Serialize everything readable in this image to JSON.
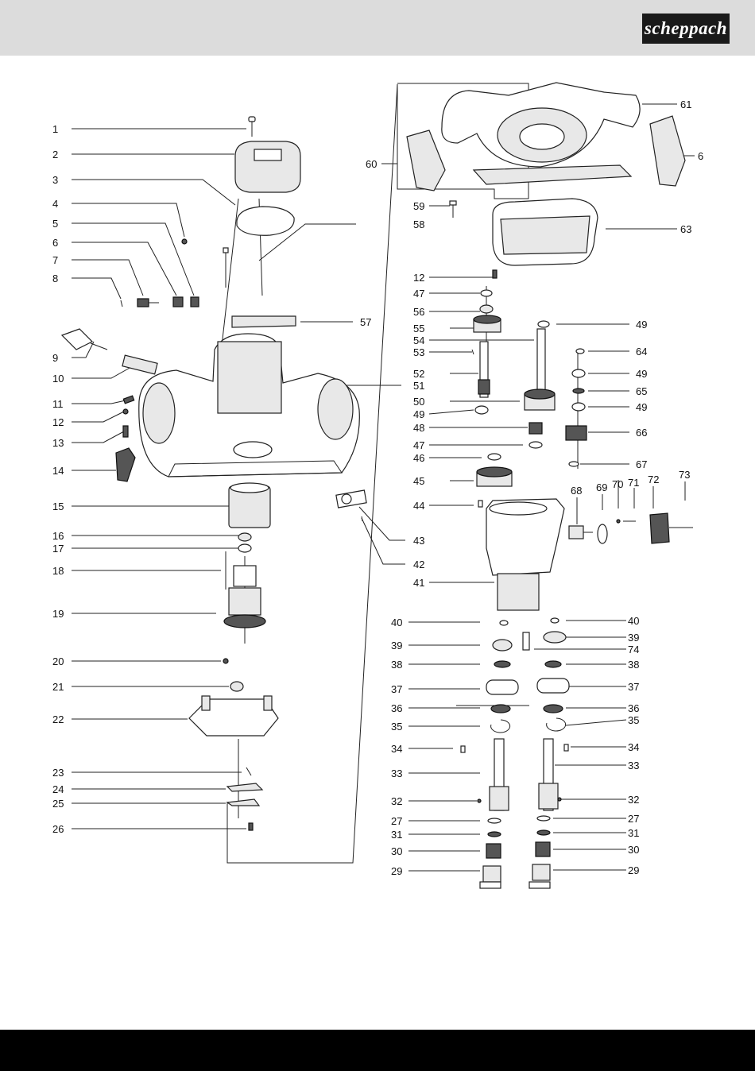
{
  "brand": {
    "logo_text": "scheppach"
  },
  "colors": {
    "header_bg": "#dcdcdc",
    "logo_bg": "#1a1a1a",
    "footer_bg": "#000000"
  },
  "callouts": {
    "c1": "1",
    "c2": "2",
    "c3": "3",
    "c4": "4",
    "c5": "5",
    "c6": "6",
    "c7": "7",
    "c8": "8",
    "c9": "9",
    "c10": "10",
    "c11": "11",
    "c12": "12",
    "c13": "13",
    "c14": "14",
    "c15": "15",
    "c16": "16",
    "c17": "17",
    "c18": "18",
    "c19": "19",
    "c20": "20",
    "c21": "21",
    "c22": "22",
    "c23": "23",
    "c24": "24",
    "c25": "25",
    "c26": "26",
    "c60": "60",
    "c58": "58",
    "c57": "57",
    "c51": "51",
    "c43": "43",
    "c42": "42",
    "c61": "61",
    "c62": "6",
    "c63": "63",
    "c59": "59",
    "c12b": "12",
    "c47a": "47",
    "c56": "56",
    "c55": "55",
    "c54": "54",
    "c53": "53",
    "c52": "52",
    "c50": "50",
    "c49a": "49",
    "c48": "48",
    "c47b": "47",
    "c46": "46",
    "c45": "45",
    "c44": "44",
    "c41": "41",
    "c49b": "49",
    "c64": "64",
    "c49c": "49",
    "c65": "65",
    "c49d": "49",
    "c66": "66",
    "c67": "67",
    "c68": "68",
    "c69": "69",
    "c70": "70",
    "c71": "71",
    "c72": "72",
    "c73": "73",
    "l40": "40",
    "l39": "39",
    "l38": "38",
    "l37": "37",
    "l36": "36",
    "l35": "35",
    "l34": "34",
    "l33": "33",
    "l32": "32",
    "l27": "27",
    "l31": "31",
    "l30": "30",
    "l29": "29",
    "r40": "40",
    "r39": "39",
    "c74": "74",
    "r38": "38",
    "r37": "37",
    "r36": "36",
    "r35": "35",
    "r34": "34",
    "r33": "33",
    "r32": "32",
    "r27": "27",
    "r31": "31",
    "r30": "30",
    "r29": "29"
  }
}
